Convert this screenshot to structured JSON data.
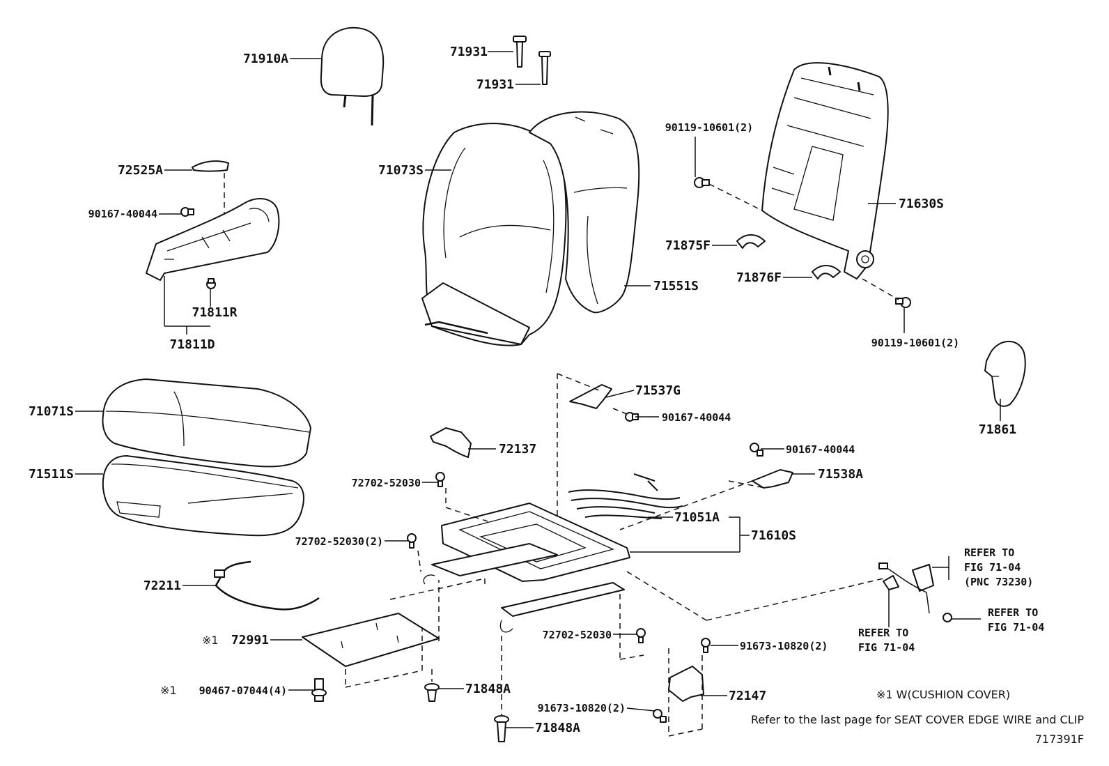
{
  "labels": {
    "headrest": "71910A",
    "support_upper": "71931",
    "support_lower": "71931",
    "shield_cover": "72525A",
    "screw_shield": "90167-40044",
    "clip_shield": "71811R",
    "shield_assy": "71811D",
    "back_cover": "71073S",
    "back_pad": "71551S",
    "bolt_back_top": "90119-10601(2)",
    "back_frame": "71630S",
    "hinge_cover_1": "71875F",
    "hinge_cover_2": "71876F",
    "bolt_back_bottom": "90119-10601(2)",
    "recliner_cover": "71861",
    "cushion_cover": "71071S",
    "cushion_pad": "71511S",
    "wire_harness": "72211",
    "under_cover": "72991",
    "under_cover_mark": "※1",
    "clip_under": "90467-07044(4)",
    "clip_under_mark": "※1",
    "bracket_top": "71537G",
    "screw_bracket_top": "90167-40044",
    "cover_72137": "72137",
    "screw_72702_a": "72702-52030",
    "screw_72702_b": "72702-52030(2)",
    "screw_72702_c": "72702-52030",
    "screw_bracket_right": "90167-40044",
    "bracket_right": "71538A",
    "spring_assy": "71051A",
    "cushion_frame": "71610S",
    "bolt_91673_a": "91673-10820(2)",
    "bolt_91673_b": "91673-10820(2)",
    "bracket_72147": "72147",
    "clip_71848_a": "71848A",
    "clip_71848_b": "71848A",
    "refer_1_line1": "REFER TO",
    "refer_1_line2": "FIG 71-04",
    "refer_1_line3": "(PNC 73230)",
    "refer_2_line1": "REFER TO",
    "refer_2_line2": "FIG 71-04",
    "refer_3_line1": "REFER TO",
    "refer_3_line2": "FIG 71-04"
  },
  "notes": {
    "legend": "※1 W(CUSHION COVER)",
    "footer": "Refer to the last page for SEAT COVER EDGE WIRE and CLIP",
    "illustration_id": "717391F"
  }
}
